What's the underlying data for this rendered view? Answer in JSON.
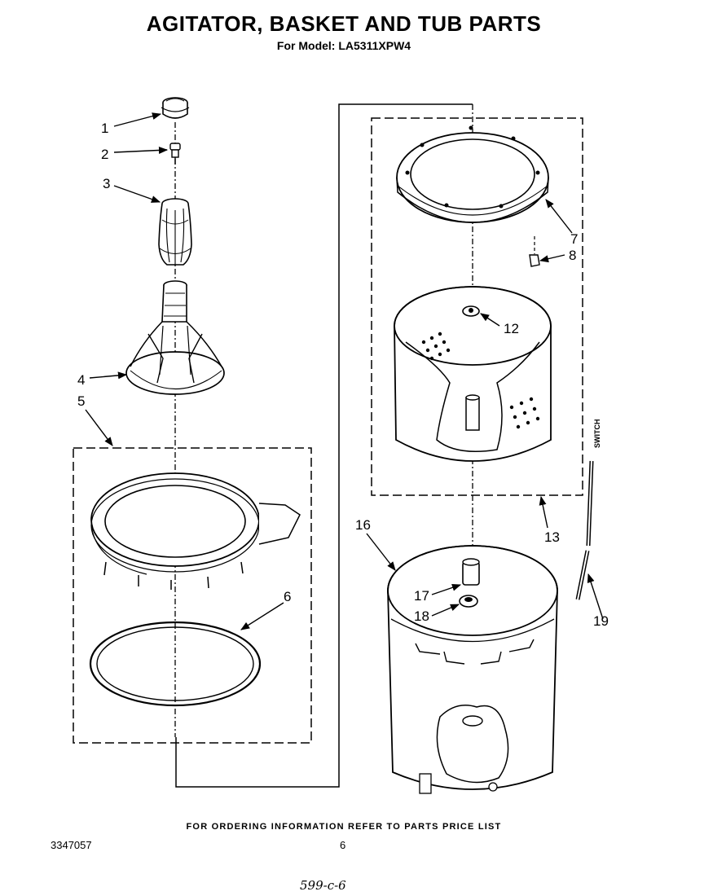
{
  "header": {
    "title": "AGITATOR, BASKET AND TUB PARTS",
    "subtitle": "For Model: LA5311XPW4"
  },
  "callouts": {
    "c1": "1",
    "c2": "2",
    "c3": "3",
    "c4": "4",
    "c5": "5",
    "c6": "6",
    "c7": "7",
    "c8": "8",
    "c12": "12",
    "c13": "13",
    "c16": "16",
    "c17": "17",
    "c18": "18",
    "c19": "19"
  },
  "switch_label": "SWITCH",
  "footer": {
    "note": "FOR ORDERING INFORMATION REFER TO PARTS PRICE LIST",
    "doc_number": "3347057",
    "page_number": "6",
    "handwritten": "599-c-6"
  }
}
